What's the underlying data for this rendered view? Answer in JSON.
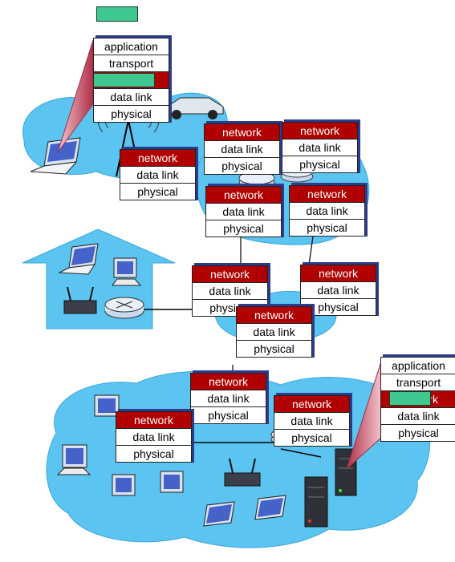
{
  "colors": {
    "cloud": "#5cc4f0",
    "cloud_edge": "#3aa8dc",
    "network_layer": "#b00000",
    "packet": "#3ec78f",
    "stack_shadow": "#2b3c8c",
    "callout": "#c0485a"
  },
  "labels": {
    "application": "application",
    "transport": "transport",
    "network": "network",
    "data_link": "data link",
    "physical": "physical"
  }
}
